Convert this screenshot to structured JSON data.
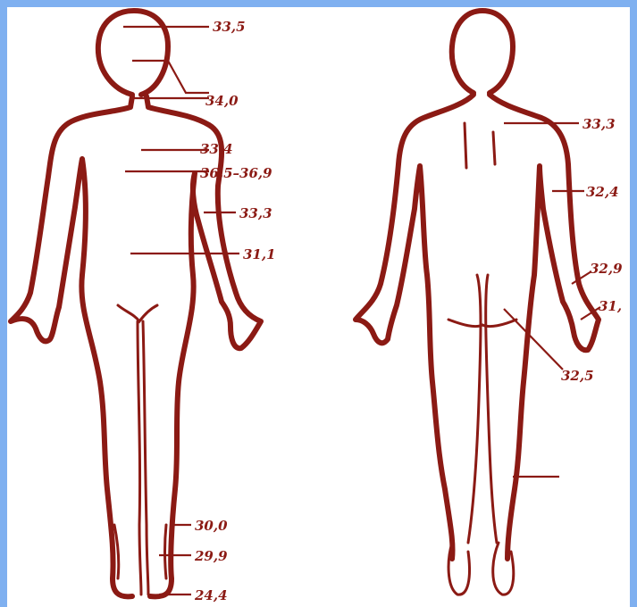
{
  "colors": {
    "background": "#7fb0f0",
    "ink": "#8b1a14",
    "paper": "#ffffff"
  },
  "front_labels": {
    "forehead": "33,5",
    "cheek": "34,0",
    "chest": "33,4",
    "sternum": "36,5–36,9",
    "side": "33,3",
    "abdomen": "31,1",
    "shin": "30,0",
    "ankle": "29,9",
    "foot": "24,4"
  },
  "back_labels": {
    "shoulder": "33,3",
    "upper_arm": "32,4",
    "forearm": "32,9",
    "hand": "31,",
    "buttock": "32,5"
  }
}
